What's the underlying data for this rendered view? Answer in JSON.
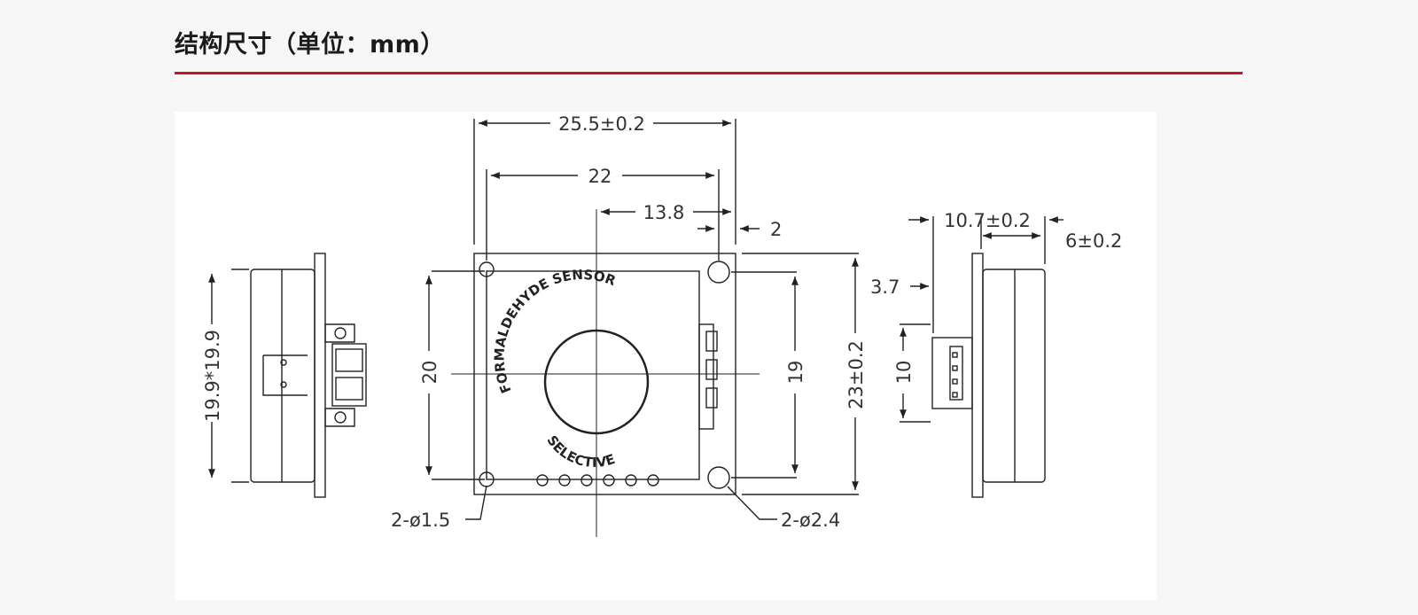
{
  "header": {
    "title": "结构尺寸（单位：mm）",
    "accent_color": "#c8161d"
  },
  "drawing": {
    "front_view": {
      "overall_width": "25.5±0.2",
      "hole_span_width": "22",
      "center_offset": "13.8",
      "edge_offset": "2",
      "height_left": "20",
      "height_right": "19",
      "overall_height": "23±0.2",
      "small_holes": "2-ø1.5",
      "large_holes": "2-ø2.4",
      "sensor_text_top": "FORMALDEHYDE SENSOR",
      "sensor_text_bottom": "SELECTIVE"
    },
    "left_view": {
      "body_size": "19.9*19.9"
    },
    "right_view": {
      "thickness": "10.7±0.2",
      "body_depth": "6±0.2",
      "connector_offset": "3.7",
      "connector_height": "10"
    }
  }
}
